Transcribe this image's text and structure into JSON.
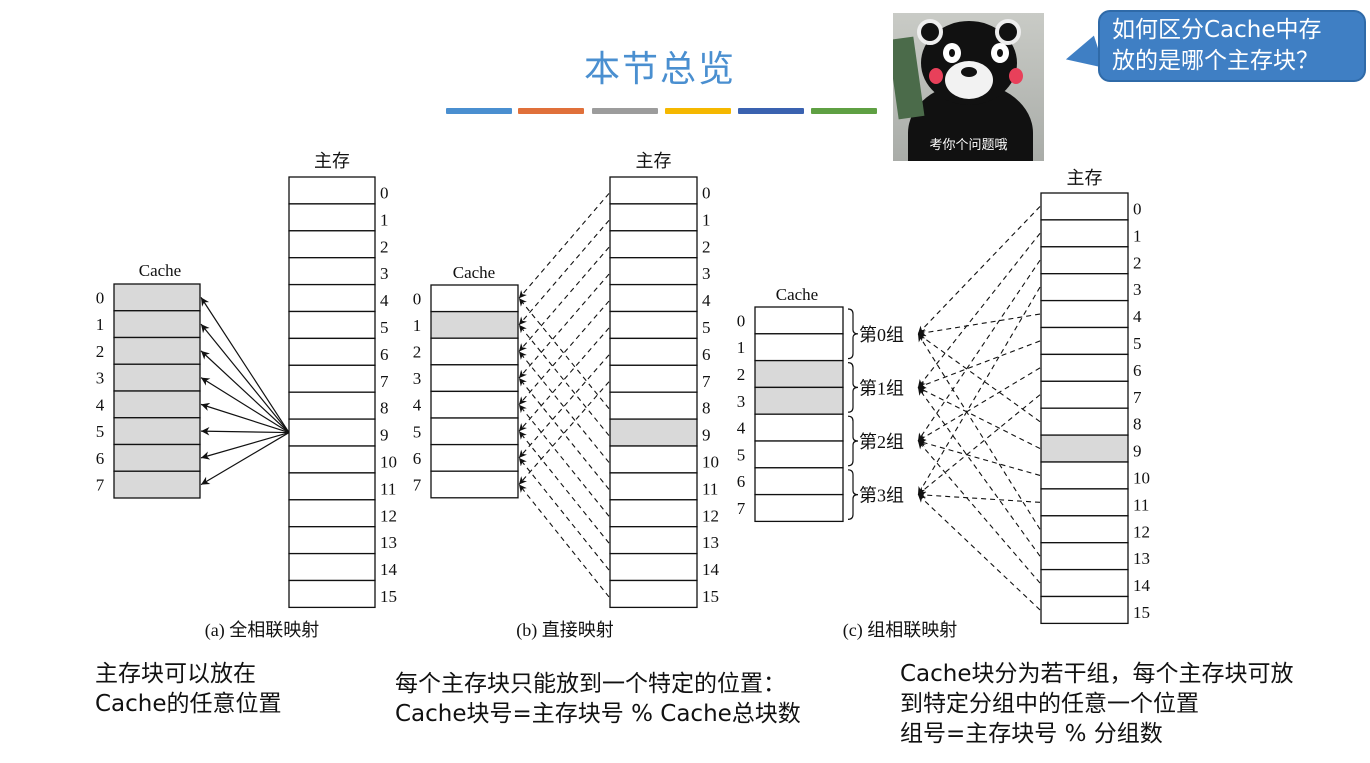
{
  "title": "本节总览",
  "title_bar_colors": [
    "#4a8fd0",
    "#e0703a",
    "#9c9c9c",
    "#f5b800",
    "#3a62b0",
    "#5fa043"
  ],
  "quiz": {
    "photo_caption": "考你个问题哦",
    "bubble_line1": "如何区分Cache中存",
    "bubble_line2": "放的是哪个主存块？",
    "bubble_color": "#3f7fc4"
  },
  "diagrams": [
    {
      "type": "fully-associative",
      "caption": "(a) 全相联映射",
      "cache_label": "Cache",
      "memory_label": "主存",
      "cache_blocks": 8,
      "memory_blocks": 16,
      "highlighted_cache": [
        0,
        1,
        2,
        3,
        4,
        5,
        6,
        7
      ],
      "highlighted_memory": [],
      "source_block": 9,
      "line_style": "solid"
    },
    {
      "type": "direct",
      "caption": "(b) 直接映射",
      "cache_label": "Cache",
      "memory_label": "主存",
      "cache_blocks": 8,
      "memory_blocks": 16,
      "highlighted_cache": [
        1
      ],
      "highlighted_memory": [
        9
      ],
      "line_style": "dashed"
    },
    {
      "type": "set-associative",
      "caption": "(c) 组相联映射",
      "cache_label": "Cache",
      "memory_label": "主存",
      "cache_blocks": 8,
      "memory_blocks": 16,
      "highlighted_cache": [
        2,
        3
      ],
      "highlighted_memory": [
        9
      ],
      "groups": [
        "第0组",
        "第1组",
        "第2组",
        "第3组"
      ],
      "line_style": "dashed"
    }
  ],
  "notes": {
    "a": "主存块可以放在\nCache的任意位置",
    "b": "每个主存块只能放到一个特定的位置：\nCache块号=主存块号 % Cache总块数",
    "c": "Cache块分为若干组，每个主存块可放\n到特定分组中的任意一个位置\n组号=主存块号 % 分组数"
  },
  "highlight_color": "#d9d9d9"
}
